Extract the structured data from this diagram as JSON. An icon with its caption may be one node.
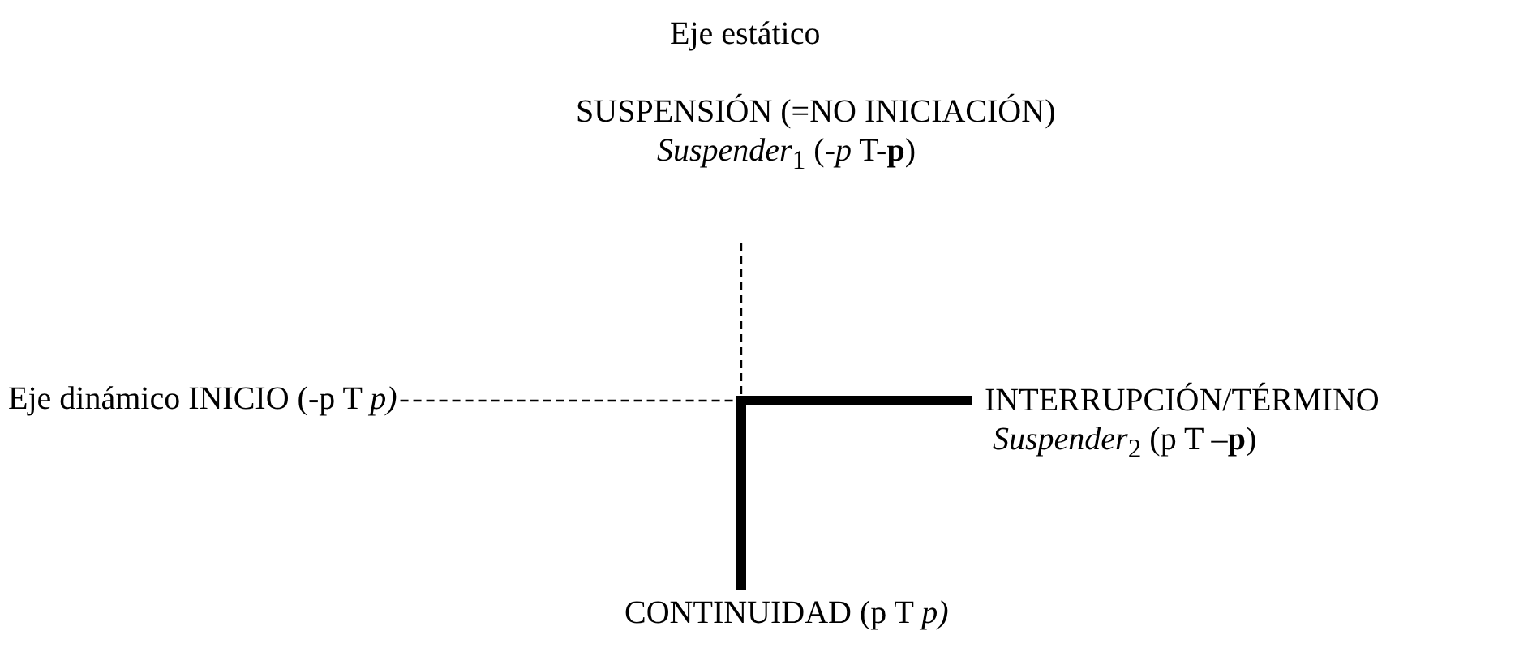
{
  "diagram": {
    "nodes": [
      {
        "text": [
          "SUSPENSIÓN (=NO INICIACIÓN)",
          "*Suspender*$_{1}$  (*-p* T-**p**)"
        ]
      },
      {
        "text": [
          "Eje dinámico INICIO (-p  T *p)*"
        ]
      },
      {
        "text": [
          "INTERRUPCIÓN/TÉRMINO",
          "*Suspender*$_{2}$ (p T –**p**)"
        ]
      },
      {
        "text": [
          "CONTINUIDAD (p T *p)*"
        ]
      }
    ],
    "edges": [
      {
        "from": 2,
        "to": 3,
        "arrow": "none"
      }
    ],
    "labels": [
      "Eje estático"
    ]
  }
}
